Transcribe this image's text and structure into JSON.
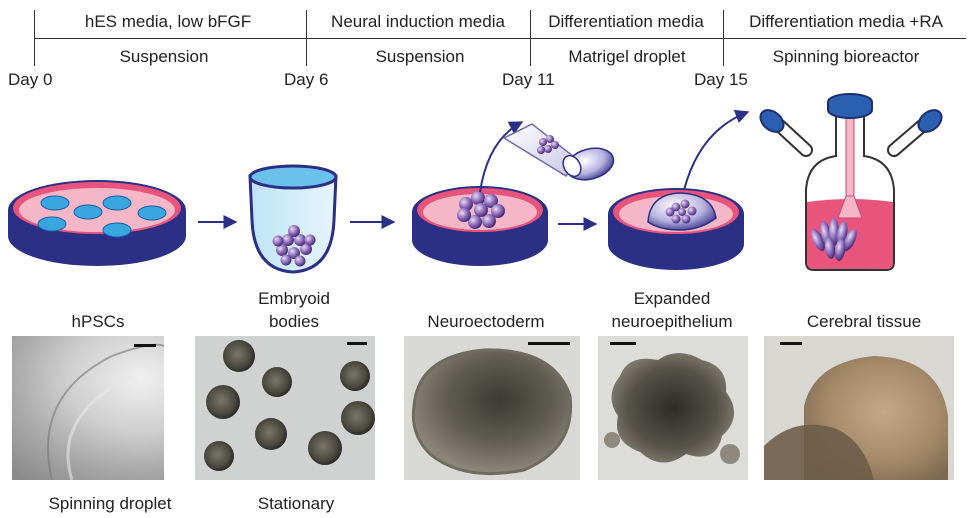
{
  "timeline": {
    "media": [
      "hES media, low bFGF",
      "Neural induction media",
      "Differentiation media",
      "Differentiation media +RA"
    ],
    "conditions": [
      "Suspension",
      "Suspension",
      "Matrigel droplet",
      "Spinning bioreactor"
    ],
    "days": [
      "Day 0",
      "Day 6",
      "Day 11",
      "Day 15"
    ]
  },
  "stages": [
    "hPSCs",
    "Embryoid bodies",
    "Neuroectoderm",
    "Expanded neuroepithelium",
    "Cerebral tissue"
  ],
  "stage_lines": {
    "eb_1": "Embryoid",
    "eb_2": "bodies",
    "ne_1": "Expanded",
    "ne_2": "neuroepithelium"
  },
  "captions": {
    "left": "Spinning droplet",
    "right": "Stationary"
  },
  "colors": {
    "dish_blue": "#2b2f86",
    "media_pink": "#f5b6c8",
    "rim_pink": "#e8547c",
    "cell_blue": "#3aa6e0",
    "cell_purple": "#8c6bb8",
    "arrow": "#2b2f86"
  }
}
